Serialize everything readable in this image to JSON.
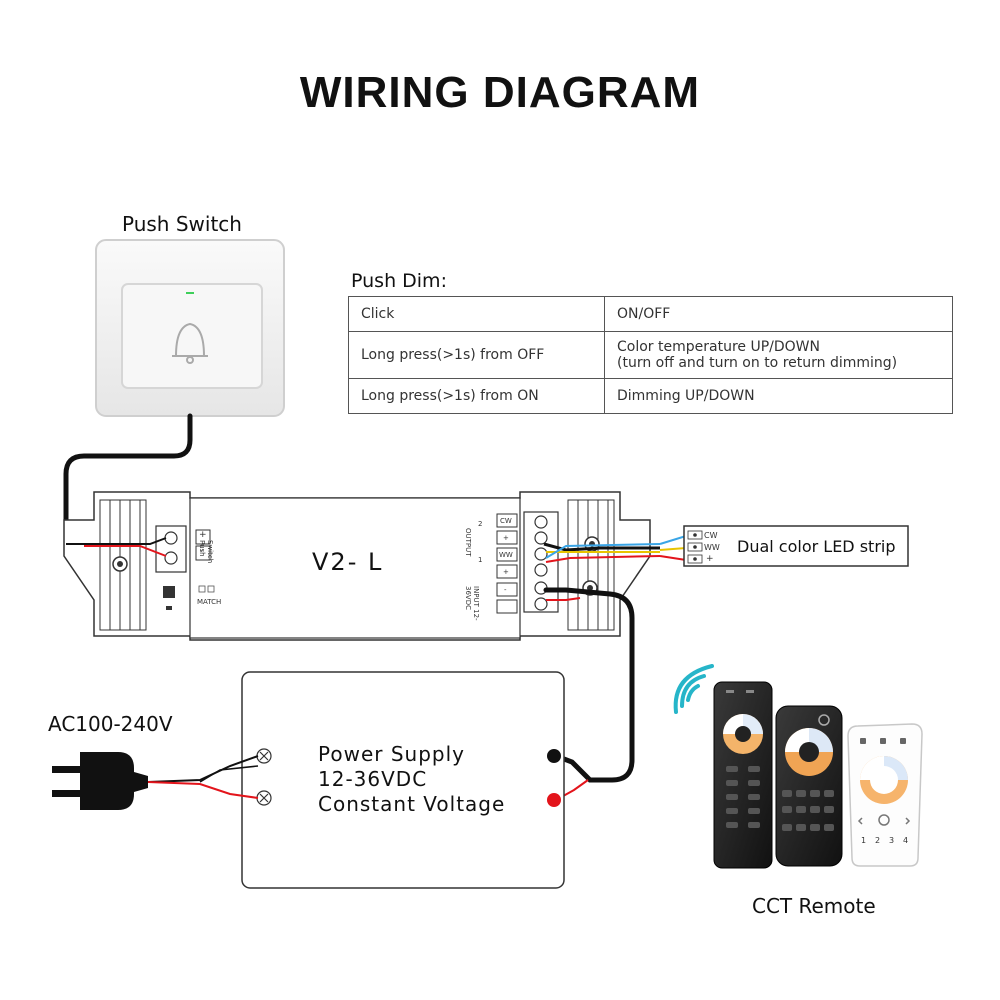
{
  "title": "WIRING DIAGRAM",
  "push_switch": {
    "label": "Push Switch"
  },
  "push_dim": {
    "title": "Push Dim:",
    "rows": [
      {
        "action": "Click",
        "result": "ON/OFF",
        "result_line2": ""
      },
      {
        "action": "Long press(>1s) from OFF",
        "result": "Color temperature UP/DOWN",
        "result_line2": "(turn off and turn on to return dimming)"
      },
      {
        "action": "Long press(>1s) from ON",
        "result": "Dimming UP/DOWN",
        "result_line2": ""
      }
    ]
  },
  "controller": {
    "model": "V2- L",
    "switch_terminal": {
      "plus": "+",
      "minus": "-",
      "label": "Switch Push"
    },
    "match_label": "MATCH",
    "outputs": [
      {
        "label": "CW"
      },
      {
        "label": "+"
      },
      {
        "label": "WW"
      },
      {
        "label": "+"
      },
      {
        "label": "-"
      }
    ],
    "output_label": "OUTPUT",
    "output_ch1": "1",
    "output_ch2": "2",
    "input_label": "INPUT 12-36VDC"
  },
  "led_strip": {
    "label": "Dual color LED strip",
    "pins": [
      "CW",
      "WW",
      "+"
    ]
  },
  "ac_input": {
    "label": "AC100-240V"
  },
  "power_supply": {
    "line1": "Power Supply",
    "line2": "12-36VDC",
    "line3": "Constant Voltage"
  },
  "remote": {
    "label": "CCT Remote",
    "small_remote_numbers": [
      "1",
      "2",
      "3",
      "4"
    ]
  },
  "colors": {
    "wire_black": "#111111",
    "wire_red": "#e3141b",
    "wire_yellow": "#e8c400",
    "wire_blue": "#3aa5e6",
    "wifi_cyan": "#26b5c9"
  }
}
